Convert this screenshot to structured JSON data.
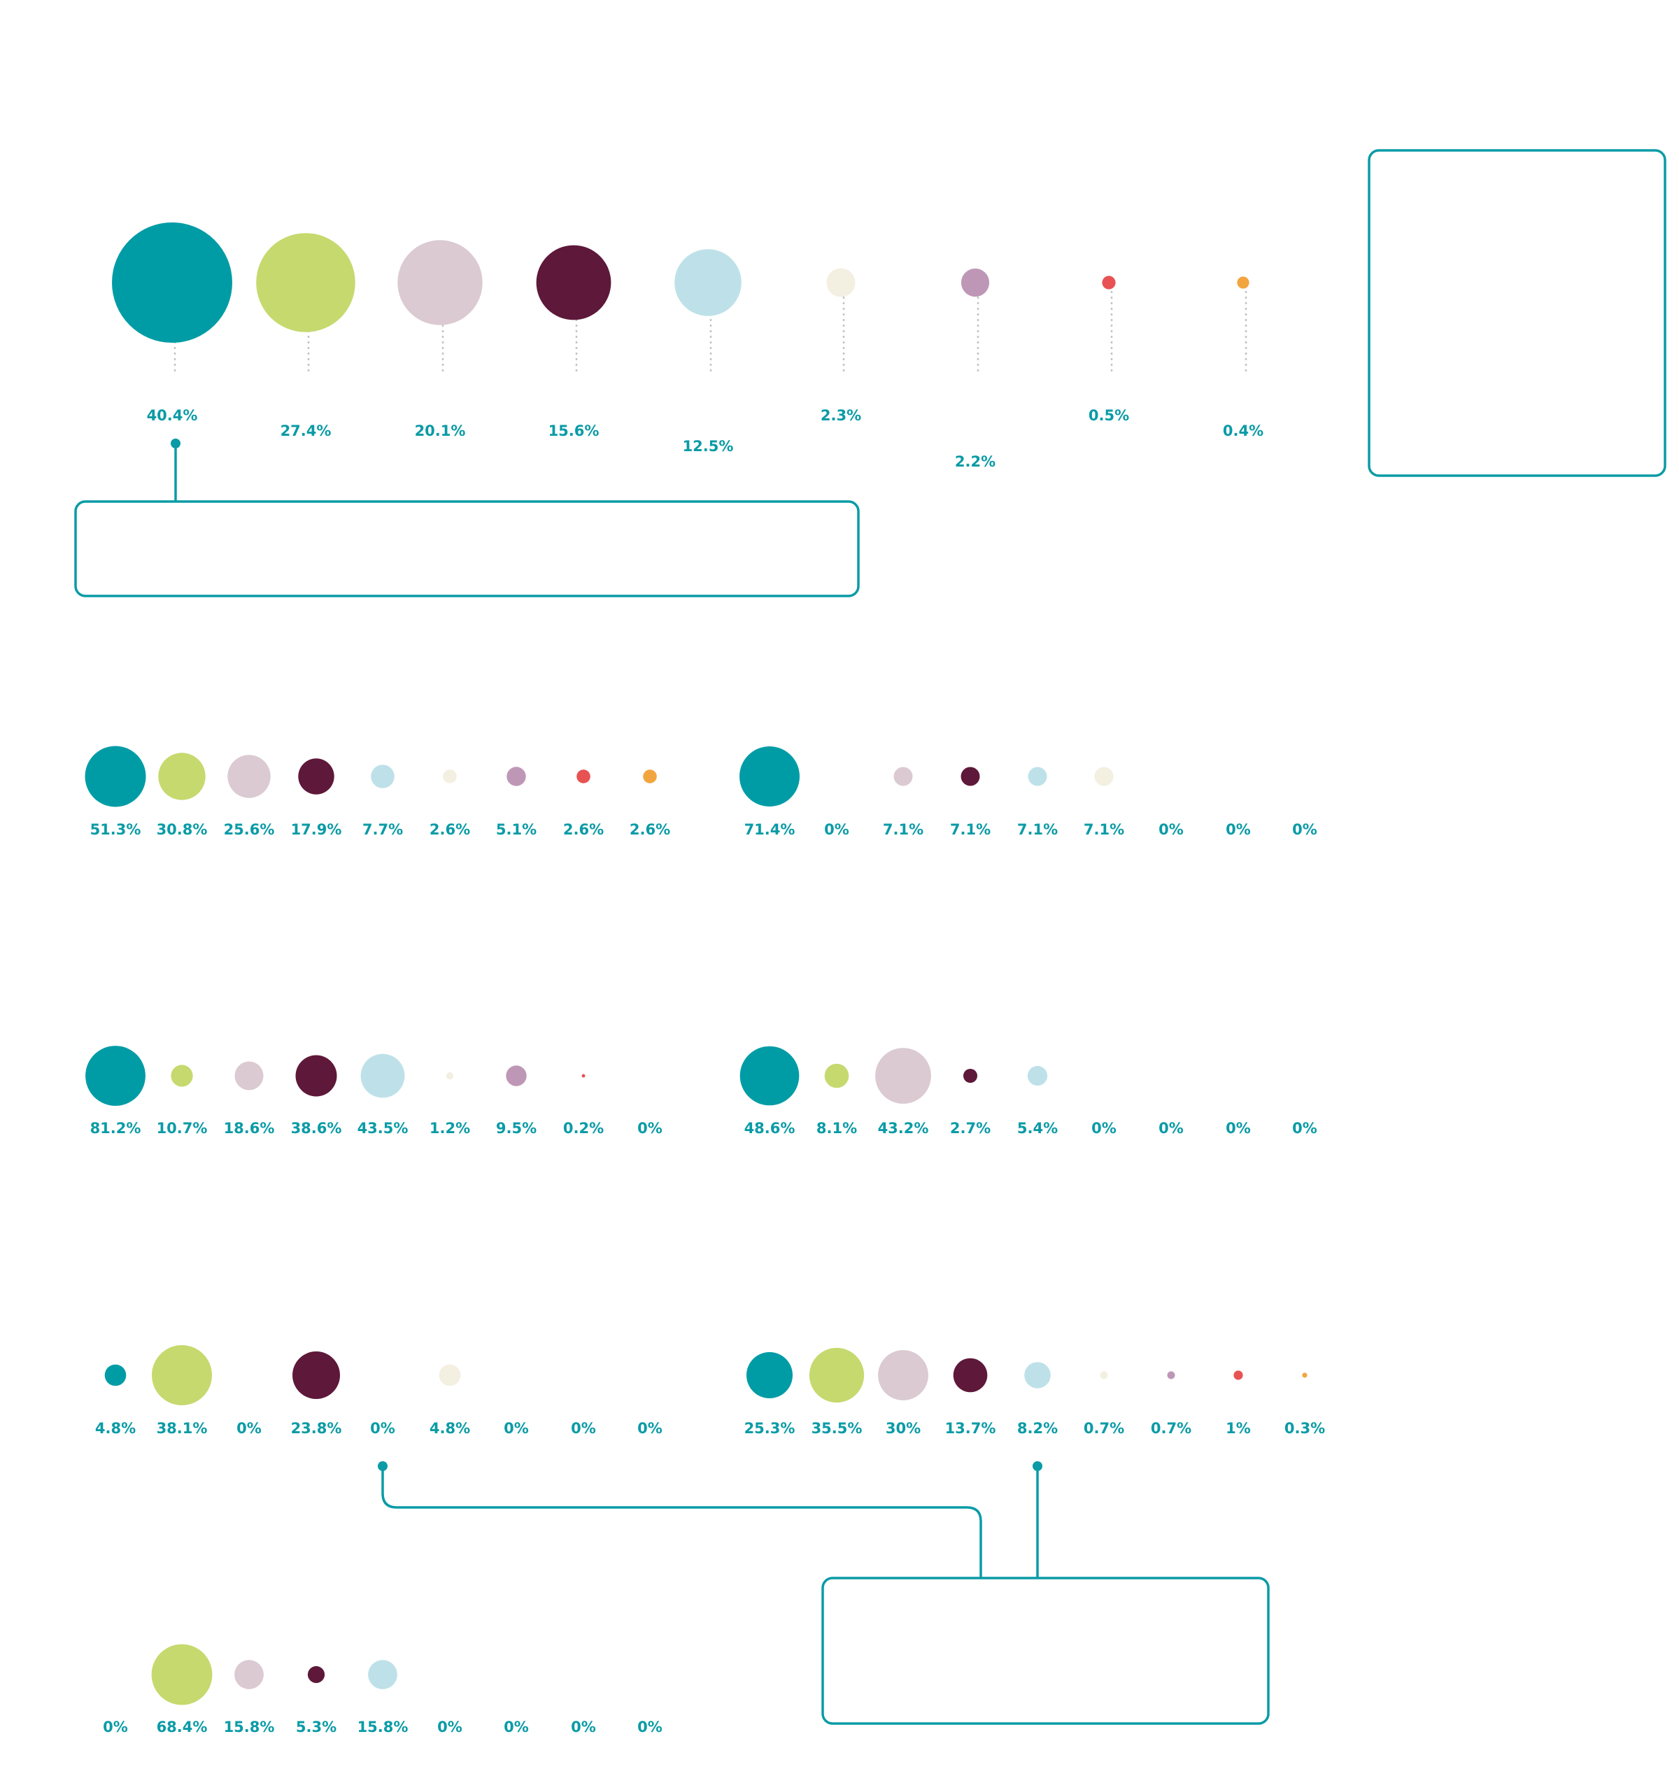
{
  "colors": {
    "accent": "#0a9ba6",
    "series": [
      "#009ca6",
      "#c6d96e",
      "#dbcad2",
      "#5e1839",
      "#bee1e9",
      "#f3efe1",
      "#bf97b6",
      "#e85252",
      "#f2a53f"
    ],
    "guide": "#c4c4c4",
    "label": "#0a9ba6"
  },
  "chart_data": [
    {
      "type": "bubble",
      "title": "",
      "legend": "none",
      "grid": false,
      "values": [
        40.4,
        27.4,
        20.1,
        15.6,
        12.5,
        2.3,
        2.2,
        0.5,
        0.4
      ],
      "labels": [
        "40.4%",
        "27.4%",
        "20.1%",
        "15.6%",
        "12.5%",
        "2.3%",
        "2.2%",
        "0.5%",
        "0.4%"
      ]
    },
    {
      "type": "bubble",
      "title": "",
      "legend": "none",
      "grid": false,
      "values": [
        51.3,
        30.8,
        25.6,
        17.9,
        7.7,
        2.6,
        5.1,
        2.6,
        2.6
      ],
      "labels": [
        "51.3%",
        "30.8%",
        "25.6%",
        "17.9%",
        "7.7%",
        "2.6%",
        "5.1%",
        "2.6%",
        "2.6%"
      ]
    },
    {
      "type": "bubble",
      "title": "",
      "legend": "none",
      "grid": false,
      "values": [
        71.4,
        0,
        7.1,
        7.1,
        7.1,
        7.1,
        0,
        0,
        0
      ],
      "labels": [
        "71.4%",
        "0%",
        "7.1%",
        "7.1%",
        "7.1%",
        "7.1%",
        "0%",
        "0%",
        "0%"
      ]
    },
    {
      "type": "bubble",
      "title": "",
      "legend": "none",
      "grid": false,
      "values": [
        81.2,
        10.7,
        18.6,
        38.6,
        43.5,
        1.2,
        9.5,
        0.2,
        0
      ],
      "labels": [
        "81.2%",
        "10.7%",
        "18.6%",
        "38.6%",
        "43.5%",
        "1.2%",
        "9.5%",
        "0.2%",
        "0%"
      ]
    },
    {
      "type": "bubble",
      "title": "",
      "legend": "none",
      "grid": false,
      "values": [
        48.6,
        8.1,
        43.2,
        2.7,
        5.4,
        0,
        0,
        0,
        0
      ],
      "labels": [
        "48.6%",
        "8.1%",
        "43.2%",
        "2.7%",
        "5.4%",
        "0%",
        "0%",
        "0%",
        "0%"
      ]
    },
    {
      "type": "bubble",
      "title": "",
      "legend": "none",
      "grid": false,
      "values": [
        4.8,
        38.1,
        0,
        23.8,
        0,
        4.8,
        0,
        0,
        0
      ],
      "labels": [
        "4.8%",
        "38.1%",
        "0%",
        "23.8%",
        "0%",
        "4.8%",
        "0%",
        "0%",
        "0%"
      ]
    },
    {
      "type": "bubble",
      "title": "",
      "legend": "none",
      "grid": false,
      "values": [
        25.3,
        35.5,
        30,
        13.7,
        8.2,
        0.7,
        0.7,
        1,
        0.3
      ],
      "labels": [
        "25.3%",
        "35.5%",
        "30%",
        "13.7%",
        "8.2%",
        "0.7%",
        "0.7%",
        "1%",
        "0.3%"
      ]
    },
    {
      "type": "bubble",
      "title": "",
      "legend": "none",
      "grid": false,
      "values": [
        0,
        68.4,
        15.8,
        5.3,
        15.8,
        0,
        0,
        0,
        0
      ],
      "labels": [
        "0%",
        "68.4%",
        "15.8%",
        "5.3%",
        "15.8%",
        "0%",
        "0%",
        "0%",
        "0%"
      ]
    }
  ]
}
